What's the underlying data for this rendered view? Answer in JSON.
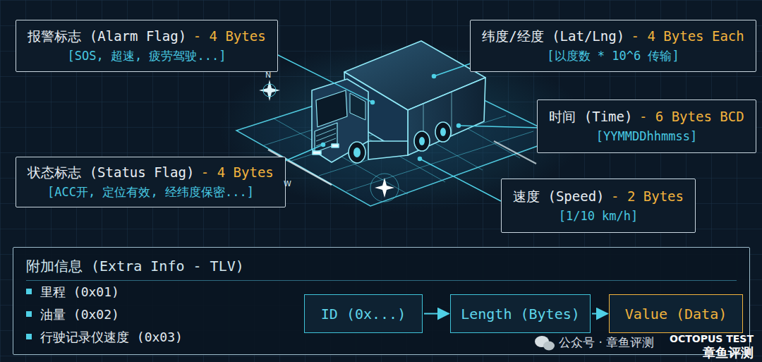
{
  "diagram": {
    "nodes": [
      {
        "text": [
          "报警标志 (Alarm Flag)",
          "- 4 Bytes",
          "[SOS, 超速, 疲劳驾驶...]"
        ]
      },
      {
        "text": [
          "纬度/经度 (Lat/Lng)",
          "- 4 Bytes Each",
          "[以度数 * 10^6 传输]"
        ]
      },
      {
        "text": [
          "时间 (Time)",
          "- 6 Bytes BCD",
          "[YYMMDDhhmmss]"
        ]
      },
      {
        "text": [
          "状态标志 (Status Flag)",
          "- 4 Bytes",
          "[ACC开, 定位有效, 经纬度保密...]"
        ]
      },
      {
        "text": [
          "速度 (Speed)",
          "- 2 Bytes",
          "[1/10 km/h]"
        ]
      },
      {
        "text": [
          "附加信息 (Extra Info - TLV)",
          "里程 (0x01)",
          "油量 (0x02)",
          "行驶记录仪速度 (0x03)"
        ]
      },
      {
        "text": [
          "ID (0x...)"
        ],
        "in": 5
      },
      {
        "text": [
          "Length (Bytes)"
        ],
        "in": 5
      },
      {
        "text": [
          "Value (Data)"
        ],
        "in": 5
      }
    ],
    "edges": [
      {
        "from": 6,
        "to": 7,
        "arrow": "to"
      },
      {
        "from": 7,
        "to": 8,
        "arrow": "to"
      }
    ],
    "labels": [
      "N",
      "W",
      "公众号 · 章鱼评测",
      "OCTOPUS TEST",
      "章鱼评测"
    ]
  }
}
